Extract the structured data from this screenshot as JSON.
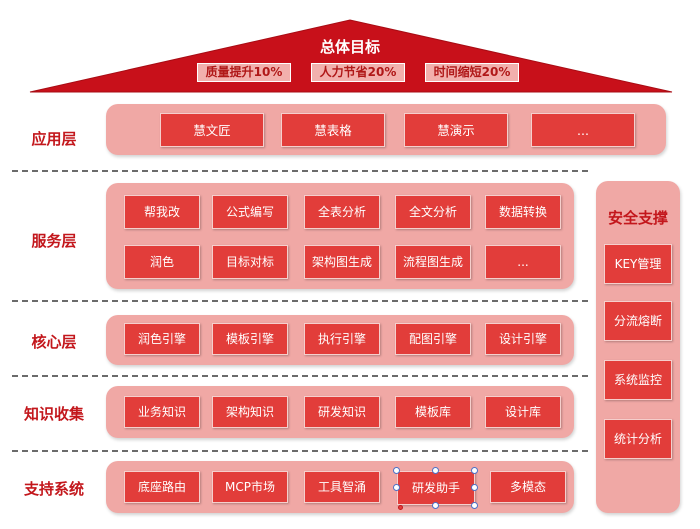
{
  "header": {
    "title": "总体目标",
    "goals": [
      "质量提升10%",
      "人力节省20%",
      "时间缩短20%"
    ]
  },
  "layers": {
    "app": {
      "label": "应用层",
      "items": [
        "慧文匠",
        "慧表格",
        "慧演示",
        "..."
      ]
    },
    "service": {
      "label": "服务层",
      "row1": [
        "帮我改",
        "公式编写",
        "全表分析",
        "全文分析",
        "数据转换"
      ],
      "row2": [
        "润色",
        "目标对标",
        "架构图生成",
        "流程图生成",
        "..."
      ]
    },
    "core": {
      "label": "核心层",
      "items": [
        "润色引擎",
        "模板引擎",
        "执行引擎",
        "配图引擎",
        "设计引擎"
      ]
    },
    "knowledge": {
      "label": "知识收集",
      "items": [
        "业务知识",
        "架构知识",
        "研发知识",
        "模板库",
        "设计库"
      ]
    },
    "support": {
      "label": "支持系统",
      "items": [
        "底座路由",
        "MCP市场",
        "工具智涌",
        "研发助手",
        "多模态"
      ]
    }
  },
  "security": {
    "title": "安全支撑",
    "items": [
      "KEY管理",
      "分流熔断",
      "系统监控",
      "统计分析"
    ]
  },
  "colors": {
    "primary_red": "#e23d3a",
    "band_pink": "#f0a8a5",
    "label_red": "#c3171c",
    "roof_red": "#c8101a"
  }
}
